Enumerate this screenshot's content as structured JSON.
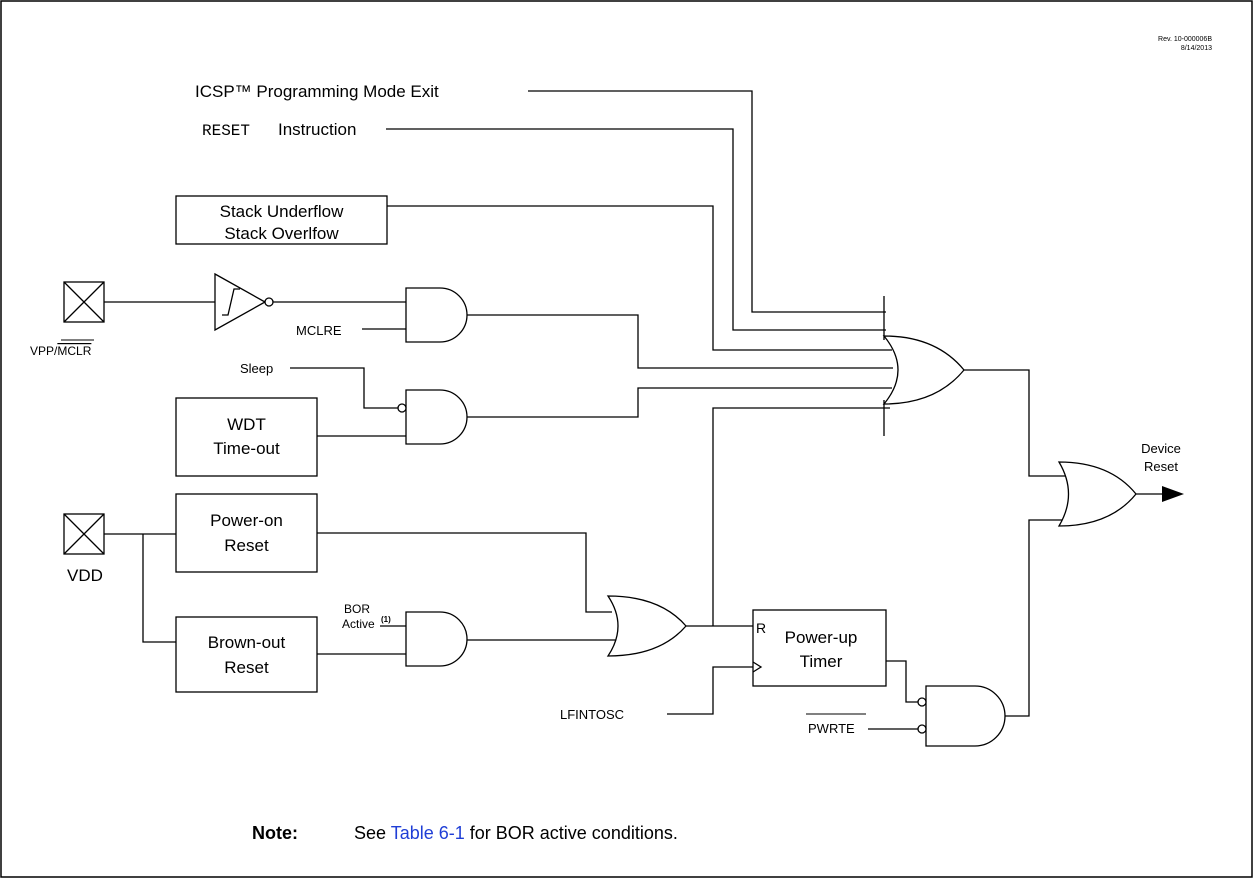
{
  "revision": {
    "line1": "Rev. 10-000006B",
    "line2": "8/14/2013"
  },
  "inputs": {
    "icsp": "ICSP™ Programming Mode Exit",
    "reset_instr_code": "RESET",
    "reset_instr_text": "Instruction",
    "mclre": "MCLRE",
    "sleep": "Sleep",
    "bor_line1": "BOR",
    "bor_line2": "Active",
    "bor_sup": "(1)",
    "lfintosc": "LFINTOSC",
    "pwrte": "PWRTE"
  },
  "pins": {
    "vpp_a": "VPP/",
    "vpp_b": "MCLR",
    "vdd": "VDD"
  },
  "blocks": {
    "stack_1": "Stack Underflow",
    "stack_2": "Stack  Overlfow",
    "wdt_1": "WDT",
    "wdt_2": "Time-out",
    "por_1": "Power-on",
    "por_2": "Reset",
    "bor_1": "Brown-out",
    "bor_2": "Reset",
    "pwrt_1": "Power-up",
    "pwrt_2": "Timer",
    "pwrt_r": "R"
  },
  "output": {
    "line1": "Device",
    "line2": "Reset"
  },
  "note": {
    "label": "Note:",
    "pre": "See ",
    "link": "Table 6-1",
    "post": " for BOR active conditions."
  }
}
